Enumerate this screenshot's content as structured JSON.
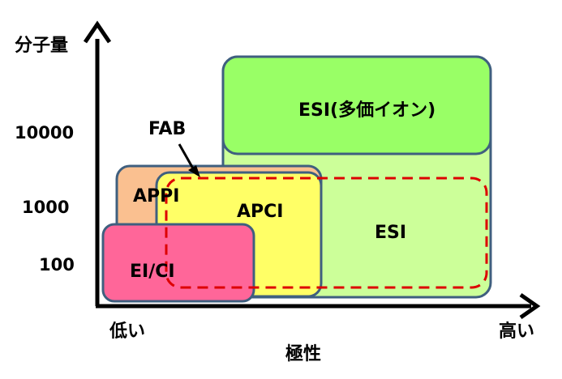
{
  "axes": {
    "y_label": "分子量",
    "x_label": "極性",
    "x_low": "低い",
    "x_high": "高い",
    "y_ticks": [
      "10000",
      "1000",
      "100"
    ]
  },
  "regions": {
    "esi_multi": "ESI(多価イオン)",
    "esi": "ESI",
    "appi": "APPI",
    "apci": "APCI",
    "eici": "EI/CI",
    "fab": "FAB"
  },
  "colors": {
    "esi_multi": "#99ff66",
    "esi": "#ccff99",
    "appi": "#fac090",
    "apci": "#ffff66",
    "eici": "#ff6699",
    "fab_outline": "#dd0000",
    "box_stroke": "#3f5f7f"
  }
}
